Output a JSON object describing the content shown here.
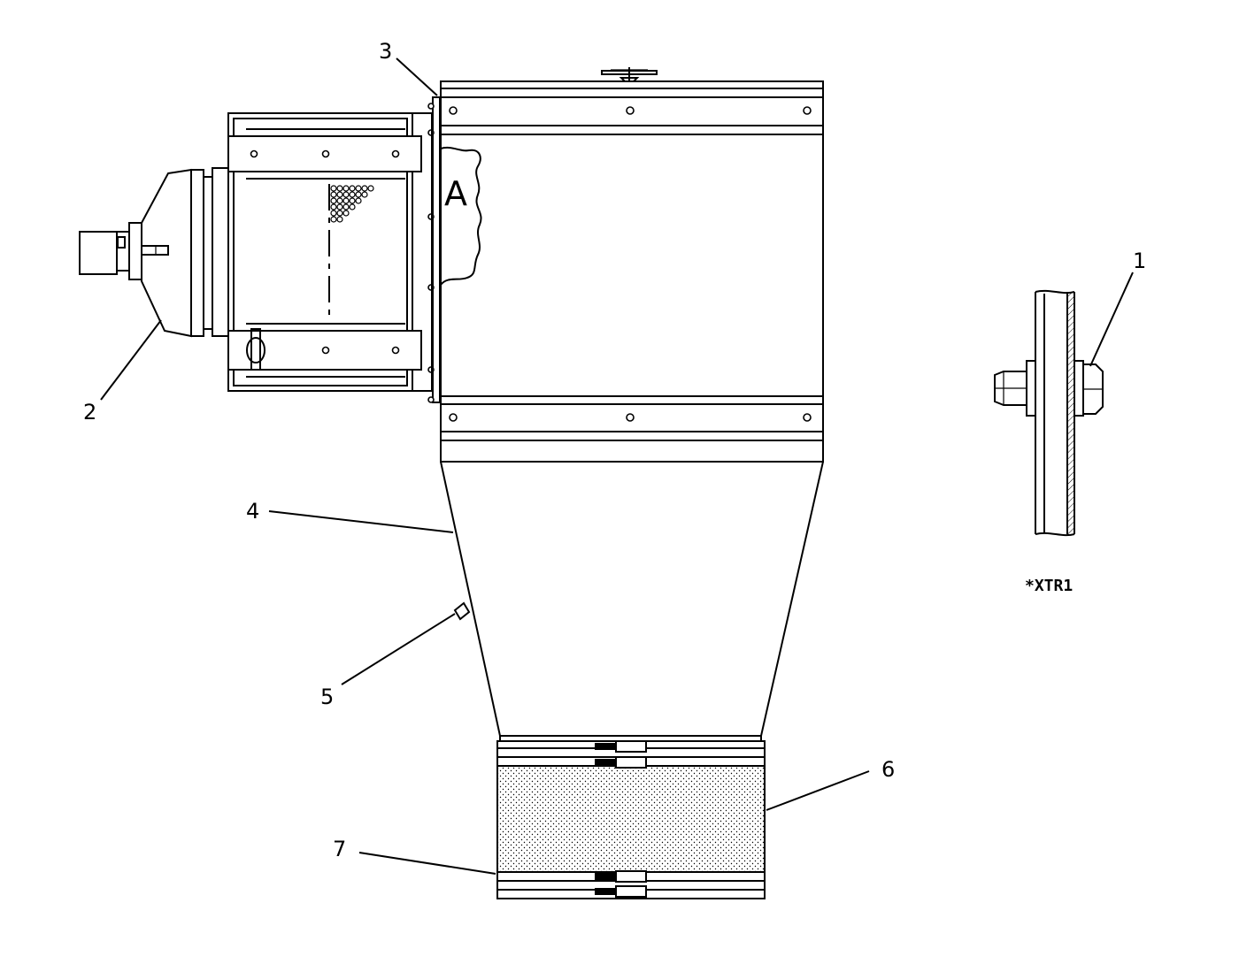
{
  "callouts": {
    "c1": "1",
    "c2": "2",
    "c3": "3",
    "c4": "4",
    "c5": "5",
    "c6": "6",
    "c7": "7"
  },
  "region_label": "A",
  "reference_code": "*XTR1",
  "colors": {
    "ink": "#000000",
    "paper": "#ffffff"
  }
}
